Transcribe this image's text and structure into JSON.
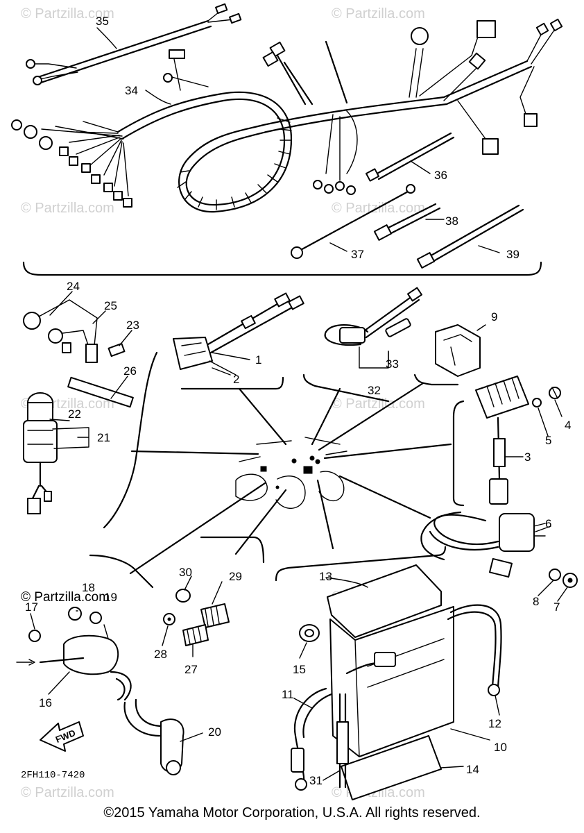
{
  "watermark": "© Partzilla.com",
  "brand_watermark": "© Partzilla.com",
  "catalog_code": "2FH110-7420",
  "fwd_label": "FWD",
  "copyright": "©2015 Yamaha Motor Corporation, U.S.A. All rights reserved.",
  "callouts": [
    "1",
    "2",
    "3",
    "4",
    "5",
    "6",
    "7",
    "8",
    "9",
    "10",
    "11",
    "12",
    "13",
    "14",
    "15",
    "16",
    "17",
    "18",
    "19",
    "20",
    "21",
    "22",
    "23",
    "24",
    "25",
    "26",
    "27",
    "28",
    "29",
    "30",
    "31",
    "32",
    "33",
    "34",
    "35",
    "36",
    "37",
    "38",
    "39"
  ]
}
